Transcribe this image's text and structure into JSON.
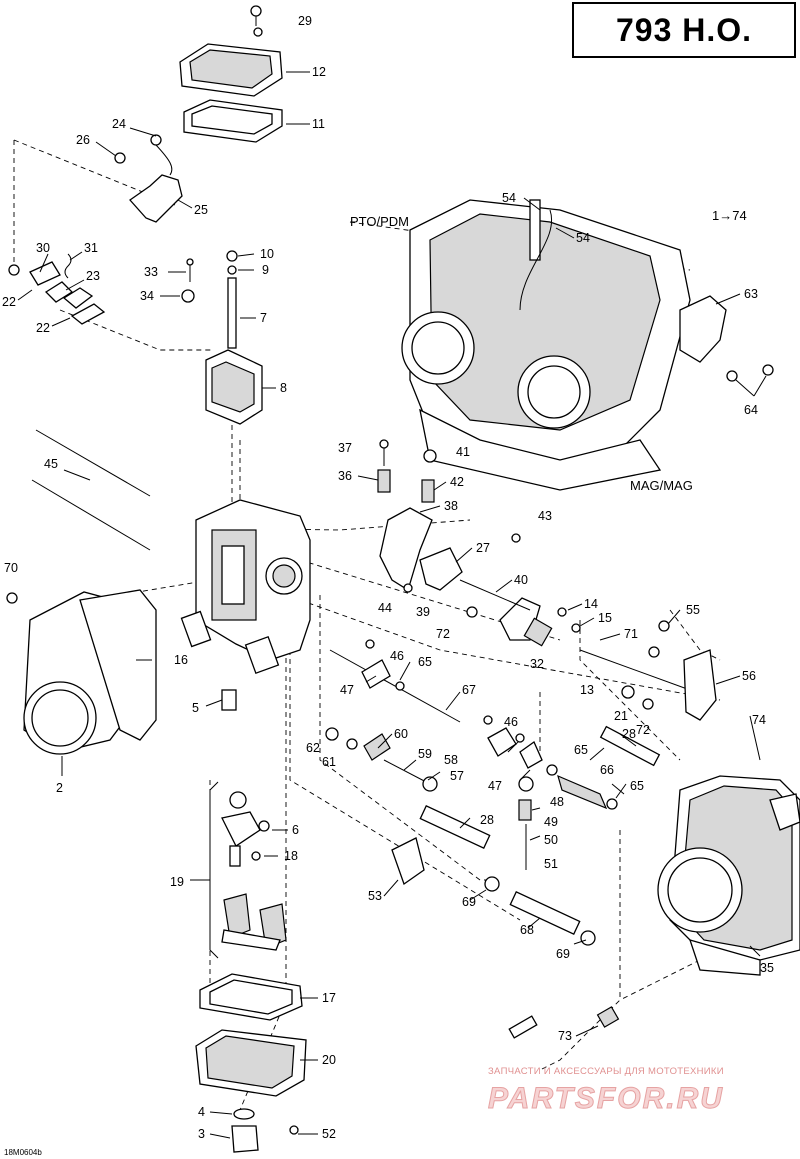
{
  "title": "793 H.O.",
  "document_id": "18M0604b",
  "side_labels": {
    "pto": "PTO/PDM",
    "mag": "MAG/MAG",
    "assembly_range": "1→74"
  },
  "watermark": {
    "tagline": "ЗАПЧАСТИ И АКСЕССУАРЫ ДЛЯ МОТОТЕХНИКИ",
    "brand": "PARTSFOR.RU",
    "color": "#e06060"
  },
  "callouts": [
    "29",
    "12",
    "11",
    "24",
    "26",
    "25",
    "30",
    "31",
    "23",
    "22",
    "22",
    "10",
    "9",
    "33",
    "34",
    "7",
    "8",
    "54",
    "54",
    "63",
    "64",
    "45",
    "37",
    "41",
    "36",
    "42",
    "38",
    "43",
    "27",
    "70",
    "44",
    "39",
    "40",
    "72",
    "14",
    "15",
    "71",
    "55",
    "16",
    "32",
    "56",
    "46",
    "65",
    "47",
    "13",
    "21",
    "72",
    "74",
    "5",
    "67",
    "28",
    "62",
    "61",
    "60",
    "59",
    "58",
    "57",
    "46",
    "47",
    "65",
    "48",
    "66",
    "65",
    "2",
    "6",
    "49",
    "50",
    "18",
    "51",
    "19",
    "28",
    "53",
    "69",
    "68",
    "69",
    "35",
    "17",
    "73",
    "20",
    "4",
    "3",
    "52"
  ]
}
